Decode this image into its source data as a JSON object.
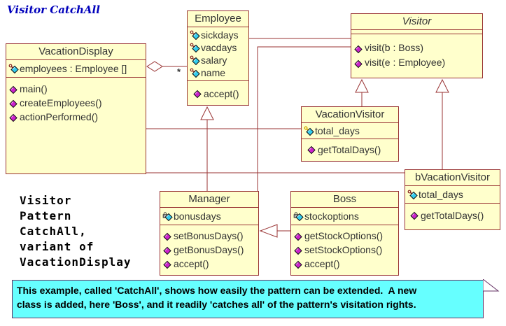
{
  "title": "Visitor CatchAll",
  "colors": {
    "box_fill": "#FFFFCC",
    "box_border": "#993333",
    "note_fill": "#66FFFF",
    "note_border": "#663366",
    "title_blue": "#0000BB",
    "attribute_diamond": "#33CCEE",
    "method_diamond": "#CC22CC"
  },
  "classes": {
    "vacation_display": {
      "name": "VacationDisplay",
      "attributes": [
        {
          "text": "employees : Employee []"
        }
      ],
      "methods": [
        {
          "text": "main()"
        },
        {
          "text": "createEmployees()"
        },
        {
          "text": "actionPerformed()"
        }
      ]
    },
    "employee": {
      "name": "Employee",
      "attributes": [
        {
          "text": "sickdays"
        },
        {
          "text": "vacdays"
        },
        {
          "text": "salary"
        },
        {
          "text": "name"
        }
      ],
      "methods": [
        {
          "text": "accept()"
        }
      ]
    },
    "visitor": {
      "name": "Visitor",
      "attributes": [],
      "methods": [
        {
          "text": "visit(b : Boss)"
        },
        {
          "text": "visit(e : Employee)"
        }
      ]
    },
    "vacation_visitor": {
      "name": "VacationVisitor",
      "attributes": [
        {
          "text": "total_days"
        }
      ],
      "methods": [
        {
          "text": "getTotalDays()"
        }
      ]
    },
    "b_vacation_visitor": {
      "name": "bVacationVisitor",
      "attributes": [
        {
          "text": "total_days"
        }
      ],
      "methods": [
        {
          "text": "getTotalDays()"
        }
      ]
    },
    "manager": {
      "name": "Manager",
      "attributes": [
        {
          "text": "bonusdays"
        }
      ],
      "methods": [
        {
          "text": "setBonusDays()"
        },
        {
          "text": "getBonusDays()"
        },
        {
          "text": "accept()"
        }
      ]
    },
    "boss": {
      "name": "Boss",
      "attributes": [
        {
          "text": "stockoptions"
        }
      ],
      "methods": [
        {
          "text": "getStockOptions()"
        },
        {
          "text": "setStockOptions()"
        },
        {
          "text": "accept()"
        }
      ]
    }
  },
  "relations": {
    "aggregation_multiplicity": "*"
  },
  "caption": {
    "lines": [
      "Visitor",
      "Pattern",
      "CatchAll,",
      "variant of",
      "VacationDisplay"
    ]
  },
  "note": {
    "lines": [
      "This example, called 'CatchAll', shows how easily the pattern can be extended.  A new",
      "class is added, here 'Boss', and it readily 'catches all' of the pattern's visitation rights."
    ]
  }
}
